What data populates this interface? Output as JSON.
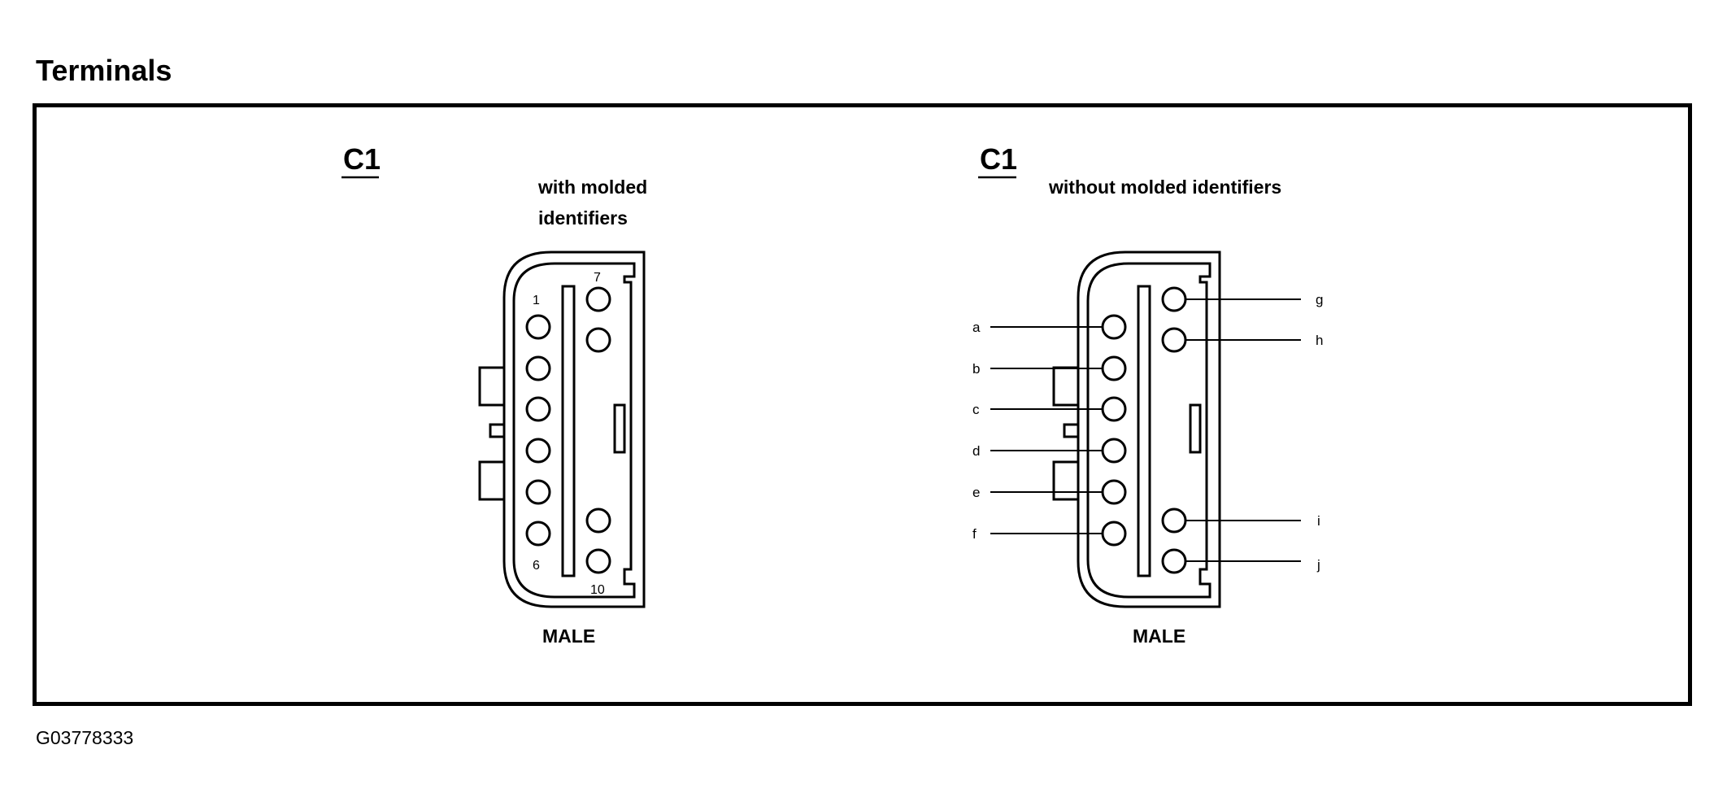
{
  "title": "Terminals",
  "figure_id": "G03778333",
  "colors": {
    "ink": "#000000",
    "background": "#ffffff"
  },
  "connectors": [
    {
      "name": "C1",
      "note_line1": "with molded",
      "note_line2": "identifiers",
      "gender": "MALE",
      "pin_labels": {
        "first": "1",
        "last_left": "6",
        "first_right": "7",
        "last_right": "10"
      }
    },
    {
      "name": "C1",
      "note": "without molded identifiers",
      "gender": "MALE",
      "pin_labels": [
        "a",
        "b",
        "c",
        "d",
        "e",
        "f",
        "g",
        "h",
        "i",
        "j"
      ]
    }
  ]
}
